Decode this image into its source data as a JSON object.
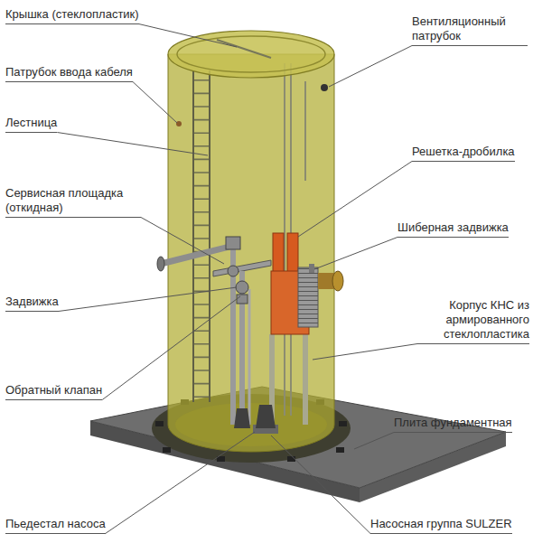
{
  "diagram": {
    "labels": [
      "Крышка (стеклопластик)",
      "Патрубок ввода кабеля",
      "Лестница",
      "Сервисная площадка (откидная)",
      "Задвижка",
      "Обратный клапан",
      "Пьедестал насоса",
      "Вентиляционный патрубок",
      "Решетка-дробилка",
      "Шиберная задвижка",
      "Корпус КНС из армированного стеклопластика",
      "Плита фундаментная",
      "Насосная группа SULZER"
    ]
  }
}
